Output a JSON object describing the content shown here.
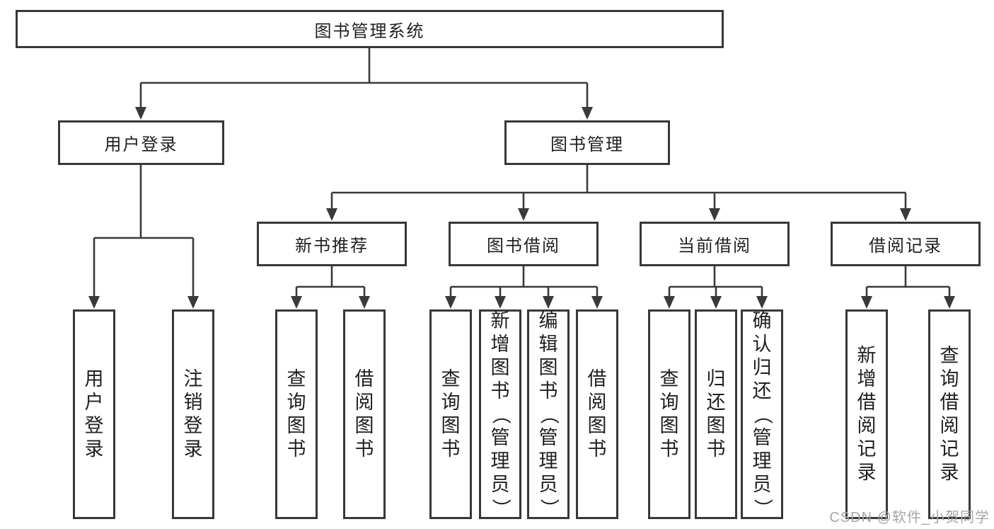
{
  "diagram": {
    "root": {
      "label": "图书管理系统"
    },
    "level1": {
      "user_login": {
        "label": "用户登录"
      },
      "book_mgmt": {
        "label": "图书管理"
      }
    },
    "level2": {
      "new_books": {
        "label": "新书推荐"
      },
      "borrow": {
        "label": "图书借阅"
      },
      "current": {
        "label": "当前借阅"
      },
      "records": {
        "label": "借阅记录"
      }
    },
    "leaves": {
      "user_login": [
        "用户登录",
        "注销登录"
      ],
      "new_books": [
        "查询图书",
        "借阅图书"
      ],
      "borrow": [
        "查询图书",
        "新增图书（管理员）",
        "编辑图书（管理员）",
        "借阅图书"
      ],
      "current": [
        "查询图书",
        "归还图书",
        "确认归还（管理员）"
      ],
      "records": [
        "新增借阅记录",
        "查询借阅记录"
      ]
    }
  },
  "watermark": {
    "text": "CSDN @软件_小贺同学"
  },
  "colors": {
    "line": "#3a3a3a",
    "border": "#383838",
    "text": "#1f1f1f",
    "watermark": "#a6a6a6",
    "background": "#ffffff"
  }
}
